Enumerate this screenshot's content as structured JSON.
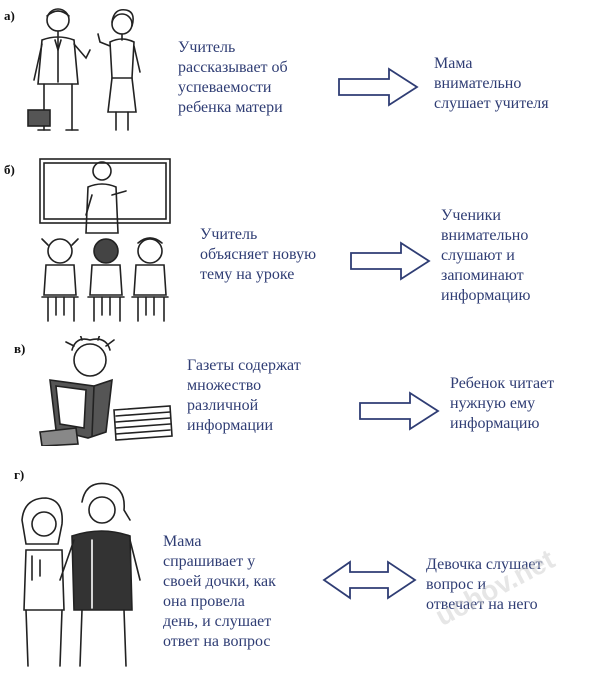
{
  "rows": [
    {
      "letter": "а)",
      "left": "Учитель\nрассказывает об\nуспеваемости\nребенка матери",
      "arrow": "single",
      "right": "Мама\nвнимательно\nслушает учителя",
      "picture_icon": "teacher-and-mother-icon"
    },
    {
      "letter": "б)",
      "left": "Учитель\nобъясняет новую\nтему на уроке",
      "arrow": "single",
      "right": "Ученики\nвнимательно\nслушают и\nзапоминают\nинформацию",
      "picture_icon": "classroom-icon"
    },
    {
      "letter": "в)",
      "left": "Газеты содержат\nмножество\nразличной\nинформации",
      "arrow": "single",
      "right": "Ребенок читает\nнужную ему\nинформацию",
      "picture_icon": "child-reading-newspaper-icon"
    },
    {
      "letter": "г)",
      "left": "Мама\nспрашивает у\nсвоей дочки, как\nона провела\nдень, и слушает\nответ на вопрос",
      "arrow": "double",
      "right": "Девочка слушает\nвопрос и\nотвечает на него",
      "picture_icon": "mother-and-daughter-icon"
    }
  ],
  "watermark": "uchov.net",
  "colors": {
    "text": "#2f3d74",
    "line": "#222222"
  }
}
